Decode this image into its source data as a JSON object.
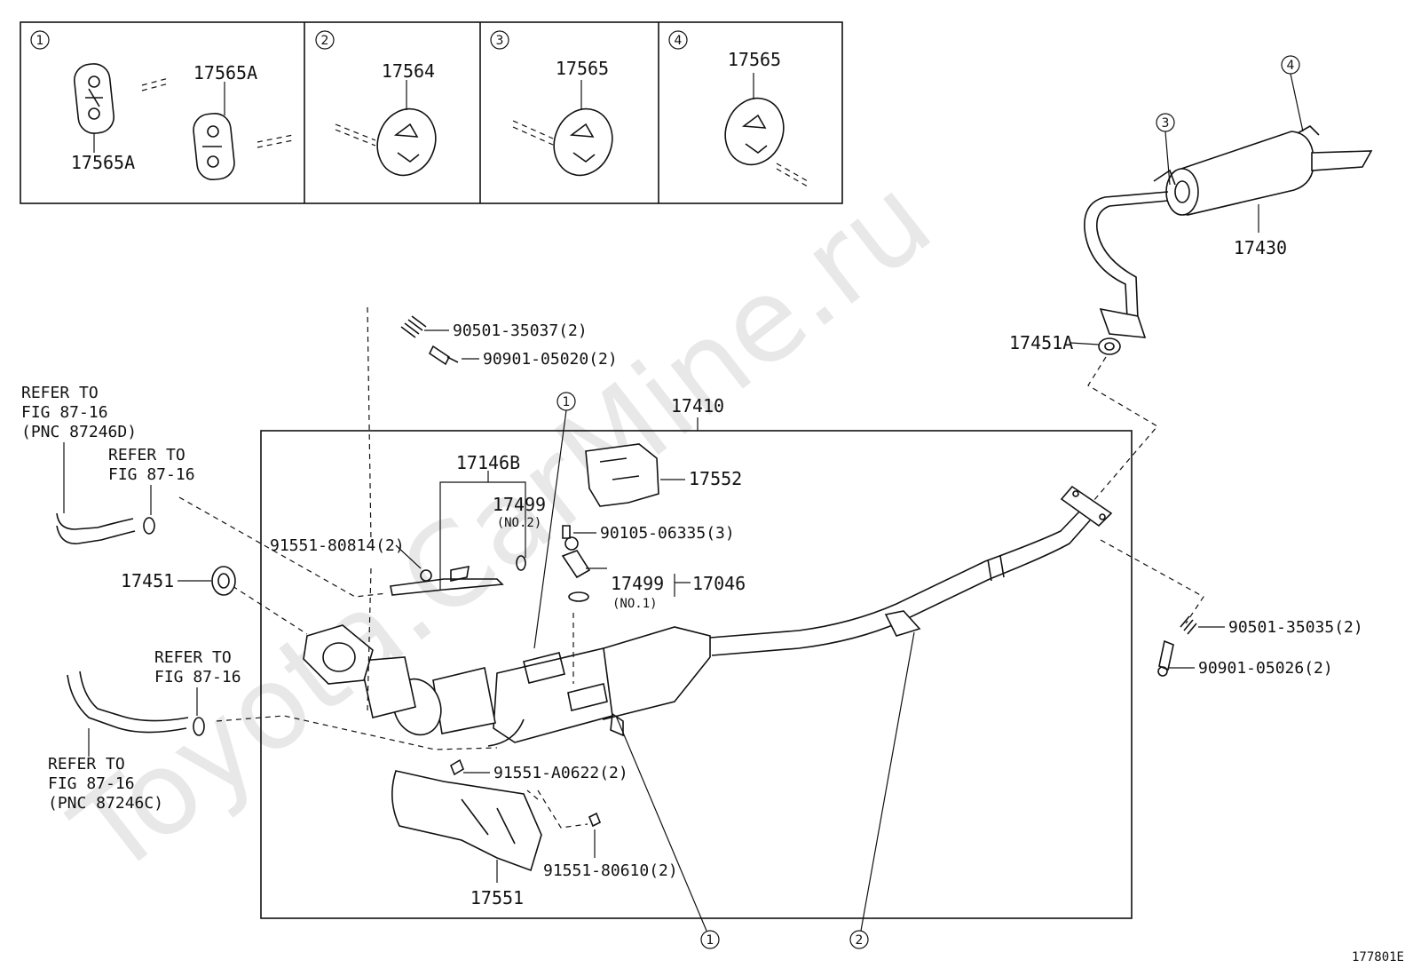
{
  "watermark": "Toyota.CarMine.ru",
  "figure_code": "177801E",
  "inset_panels": [
    {
      "num": "1",
      "parts": [
        "17565A",
        "17565A"
      ]
    },
    {
      "num": "2",
      "parts": [
        "17564"
      ]
    },
    {
      "num": "3",
      "parts": [
        "17565"
      ]
    },
    {
      "num": "4",
      "parts": [
        "17565"
      ]
    }
  ],
  "callouts": {
    "c_muffler_3": "3",
    "c_muffler_4": "4",
    "c_conv_1": "1",
    "c_bottom_1": "1",
    "c_bottom_2": "2"
  },
  "parts": {
    "p17430": "17430",
    "p17451A": "17451A",
    "p17410": "17410",
    "p17146B": "17146B",
    "p17499_no2": "17499",
    "no2": "(NO.2)",
    "p17552": "17552",
    "p90105": "90105-06335(3)",
    "p17499_no1": "17499",
    "no1": "(NO.1)",
    "p17046": "17046",
    "p91551_80814": "91551-80814(2)",
    "p17451": "17451",
    "p90501_35037": "90501-35037(2)",
    "p90901_05020": "90901-05020(2)",
    "p90501_35035": "90501-35035(2)",
    "p90901_05026": "90901-05026(2)",
    "p91551_A0622": "91551-A0622(2)",
    "p91551_80610": "91551-80610(2)",
    "p17551": "17551"
  },
  "refer_notes": {
    "r1_l1": "REFER TO",
    "r1_l2": "FIG 87-16",
    "r1_l3": "(PNC 87246D)",
    "r2_l1": "REFER TO",
    "r2_l2": "FIG 87-16",
    "r3_l1": "REFER TO",
    "r3_l2": "FIG 87-16",
    "r4_l1": "REFER TO",
    "r4_l2": "FIG 87-16",
    "r4_l3": "(PNC 87246C)"
  }
}
